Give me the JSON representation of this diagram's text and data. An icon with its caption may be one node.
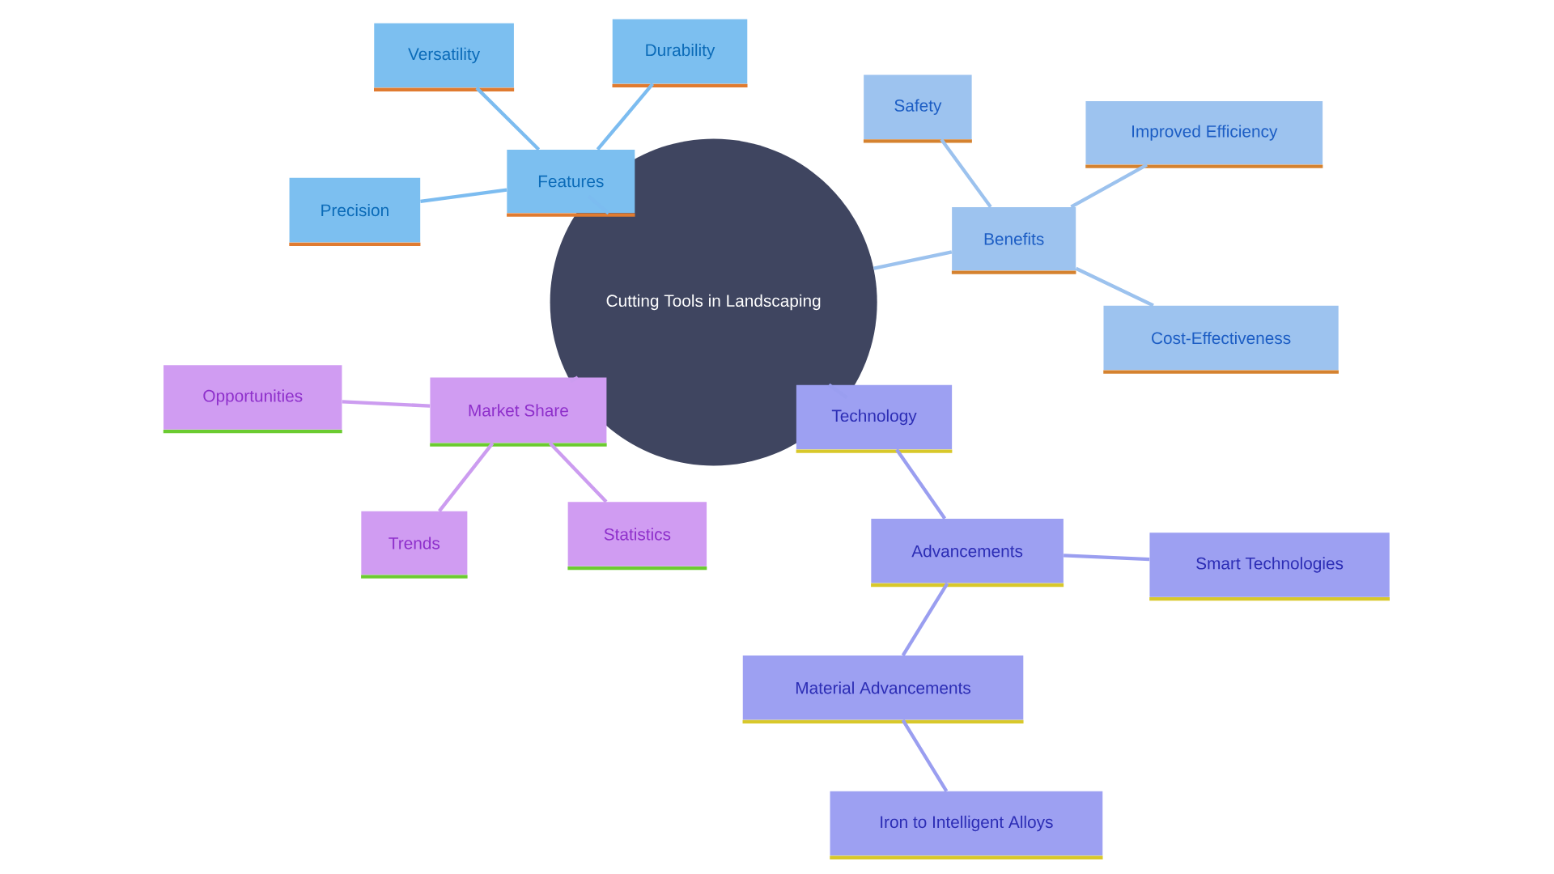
{
  "diagram": {
    "nodes": [
      {
        "text": [
          "Cutting Tools in Landscaping"
        ]
      },
      {
        "text": [
          "Features"
        ]
      },
      {
        "text": [
          "Versatility"
        ]
      },
      {
        "text": [
          "Durability"
        ]
      },
      {
        "text": [
          "Precision"
        ]
      },
      {
        "text": [
          "Benefits"
        ]
      },
      {
        "text": [
          "Safety"
        ]
      },
      {
        "text": [
          "Improved Efficiency"
        ]
      },
      {
        "text": [
          "Cost-Effectiveness"
        ]
      },
      {
        "text": [
          "Technology"
        ]
      },
      {
        "text": [
          "Advancements"
        ]
      },
      {
        "text": [
          "Smart Technologies"
        ]
      },
      {
        "text": [
          "Material Advancements"
        ]
      },
      {
        "text": [
          "Iron to Intelligent Alloys"
        ]
      },
      {
        "text": [
          "Market Share"
        ]
      },
      {
        "text": [
          "Opportunities"
        ]
      },
      {
        "text": [
          "Trends"
        ]
      },
      {
        "text": [
          "Statistics"
        ]
      }
    ],
    "edges": [
      {
        "from": 0,
        "to": 1,
        "arrow": "none",
        "color": "#7cbcf0"
      },
      {
        "from": 1,
        "to": 2,
        "arrow": "none",
        "color": "#7cbcf0"
      },
      {
        "from": 1,
        "to": 3,
        "arrow": "none",
        "color": "#7cbcf0"
      },
      {
        "from": 1,
        "to": 4,
        "arrow": "none",
        "color": "#7cbcf0"
      },
      {
        "from": 0,
        "to": 5,
        "arrow": "none",
        "color": "#9cc2ee"
      },
      {
        "from": 5,
        "to": 6,
        "arrow": "none",
        "color": "#9cc2ee"
      },
      {
        "from": 5,
        "to": 7,
        "arrow": "none",
        "color": "#9cc2ee"
      },
      {
        "from": 5,
        "to": 8,
        "arrow": "none",
        "color": "#9cc2ee"
      },
      {
        "from": 0,
        "to": 9,
        "arrow": "none",
        "color": "#9a9ef0"
      },
      {
        "from": 9,
        "to": 10,
        "arrow": "none",
        "color": "#9a9ef0"
      },
      {
        "from": 10,
        "to": 11,
        "arrow": "none",
        "color": "#9a9ef0"
      },
      {
        "from": 10,
        "to": 12,
        "arrow": "none",
        "color": "#9a9ef0"
      },
      {
        "from": 12,
        "to": 13,
        "arrow": "none",
        "color": "#9a9ef0"
      },
      {
        "from": 0,
        "to": 14,
        "arrow": "none",
        "color": "#cc9cf0"
      },
      {
        "from": 14,
        "to": 15,
        "arrow": "none",
        "color": "#cc9cf0"
      },
      {
        "from": 14,
        "to": 16,
        "arrow": "none",
        "color": "#cc9cf0"
      },
      {
        "from": 14,
        "to": 17,
        "arrow": "none",
        "color": "#cc9cf0"
      }
    ]
  }
}
